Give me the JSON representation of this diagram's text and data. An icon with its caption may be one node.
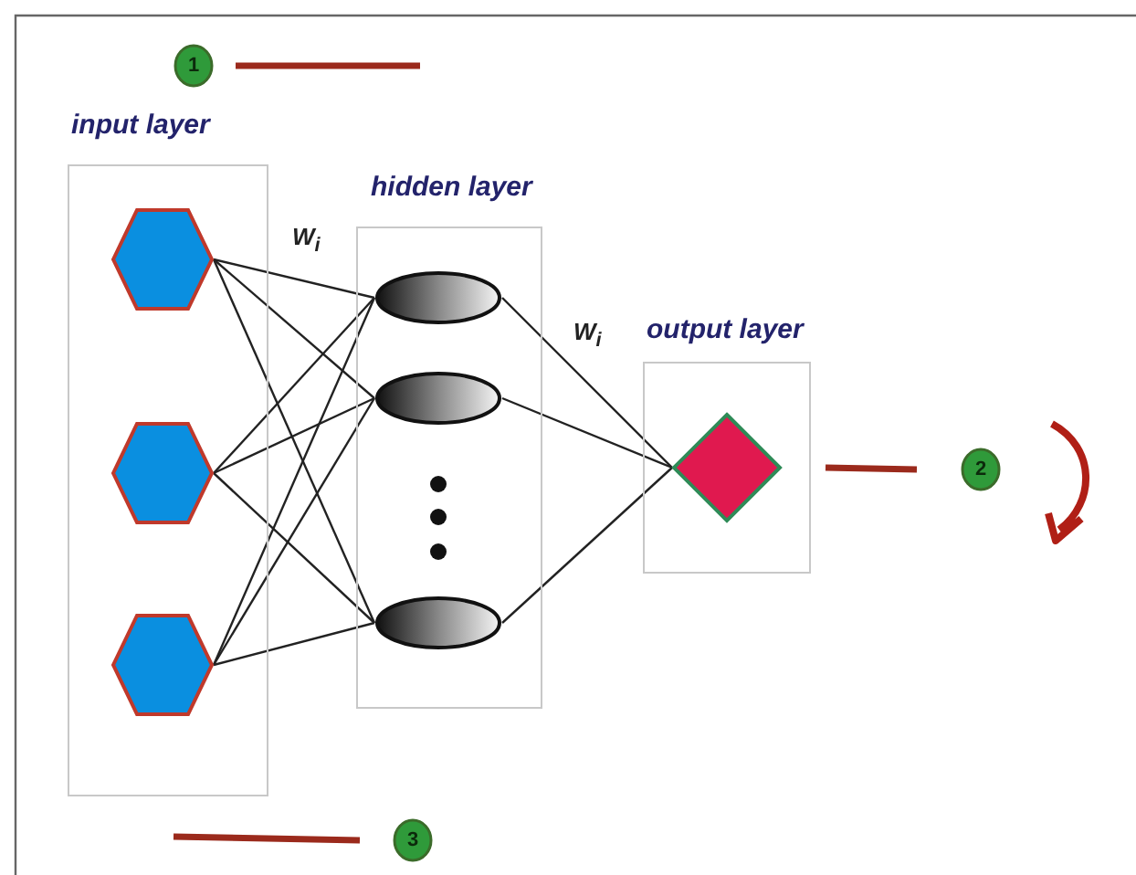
{
  "diagram": {
    "nodes": [
      {
        "text": [
          "input layer"
        ]
      },
      {
        "text": [
          "hidden layer"
        ]
      },
      {
        "text": [
          "output layer"
        ]
      },
      {
        "text": [],
        "shape": "hexagon",
        "in": 0
      },
      {
        "text": [],
        "shape": "hexagon",
        "in": 0
      },
      {
        "text": [],
        "shape": "hexagon",
        "in": 0
      },
      {
        "text": [],
        "shape": "ellipse",
        "in": 1
      },
      {
        "text": [],
        "shape": "ellipse",
        "in": 1
      },
      {
        "text": [],
        "shape": "ellipse",
        "in": 1
      },
      {
        "text": [],
        "shape": "diamond",
        "in": 2
      },
      {
        "text": [
          "1"
        ]
      },
      {
        "text": [
          "2"
        ]
      },
      {
        "text": [
          "3"
        ]
      }
    ],
    "edges": [
      {
        "from": 3,
        "to": 6,
        "arrow": "none"
      },
      {
        "from": 3,
        "to": 7,
        "arrow": "none"
      },
      {
        "from": 3,
        "to": 8,
        "arrow": "none"
      },
      {
        "from": 4,
        "to": 6,
        "arrow": "none"
      },
      {
        "from": 4,
        "to": 7,
        "arrow": "none"
      },
      {
        "from": 4,
        "to": 8,
        "arrow": "none"
      },
      {
        "from": 5,
        "to": 6,
        "arrow": "none"
      },
      {
        "from": 5,
        "to": 7,
        "arrow": "none"
      },
      {
        "from": 5,
        "to": 8,
        "arrow": "none"
      },
      {
        "from": 6,
        "to": 9,
        "arrow": "none"
      },
      {
        "from": 7,
        "to": 9,
        "arrow": "none"
      },
      {
        "from": 8,
        "to": 9,
        "arrow": "none"
      },
      {
        "from": 9,
        "to": 11,
        "arrow": "none",
        "style": "thick",
        "color": "#9b2a1c"
      },
      {
        "from": 10,
        "to": null,
        "arrow": "none",
        "style": "thick",
        "color": "#9b2a1c"
      },
      {
        "from": null,
        "to": 12,
        "arrow": "none",
        "style": "thick",
        "color": "#9b2a1c"
      }
    ],
    "labels": [
      "W$_{i}$",
      "W$_{i}$"
    ]
  }
}
